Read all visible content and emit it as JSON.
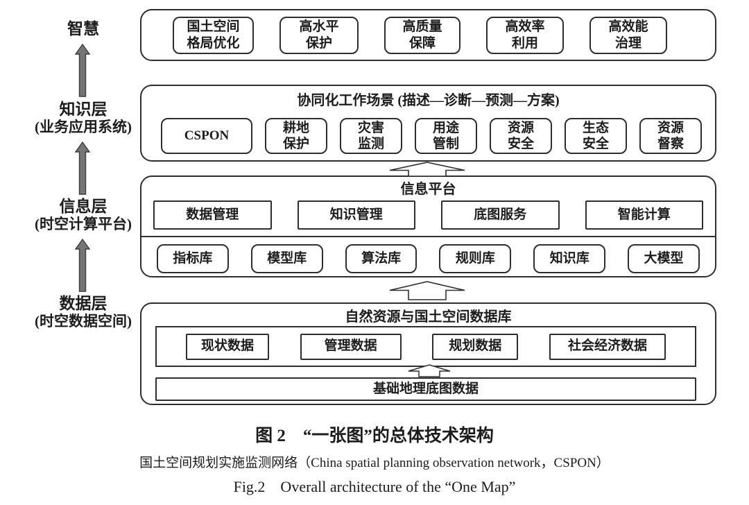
{
  "colors": {
    "line": "#2d2d2d",
    "left_arrow_fill": "#757575",
    "left_arrow_stroke": "#3c3c3c",
    "background": "#ffffff"
  },
  "left_rail": {
    "labels": [
      {
        "title": "智慧",
        "subtitle": ""
      },
      {
        "title": "知识层",
        "subtitle": "(业务应用系统)"
      },
      {
        "title": "信息层",
        "subtitle": "(时空计算平台)"
      },
      {
        "title": "数据层",
        "subtitle": "(时空数据空间)"
      }
    ]
  },
  "wisdom_layer": {
    "boxes": [
      "国土空间\n格局优化",
      "高水平\n保护",
      "高质量\n保障",
      "高效率\n利用",
      "高效能\n治理"
    ]
  },
  "knowledge_layer": {
    "title": "协同化工作场景 (描述—诊断—预测—方案)",
    "boxes": [
      "CSPON",
      "耕地\n保护",
      "灾害\n监测",
      "用途\n管制",
      "资源\n安全",
      "生态\n安全",
      "资源\n督察"
    ]
  },
  "information_layer": {
    "title": "信息平台",
    "services": [
      "数据管理",
      "知识管理",
      "底图服务",
      "智能计算"
    ],
    "repositories": [
      "指标库",
      "模型库",
      "算法库",
      "规则库",
      "知识库",
      "大模型"
    ]
  },
  "data_layer": {
    "title": "自然资源与国土空间数据库",
    "datasets": [
      "现状数据",
      "管理数据",
      "规划数据",
      "社会经济数据"
    ],
    "base_map": "基础地理底图数据"
  },
  "captions": {
    "zh": "图 2　“一张图”的总体技术架构",
    "note": "国土空间规划实施监测网络（China spatial planning observation network，CSPON）",
    "en": "Fig.2　Overall architecture of the “One Map”"
  }
}
